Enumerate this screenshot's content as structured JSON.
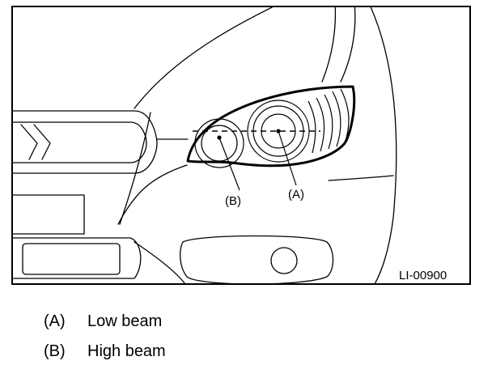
{
  "figure": {
    "code": "LI-00900",
    "callouts": [
      {
        "id": "low-beam",
        "letter": "(A)"
      },
      {
        "id": "high-beam",
        "letter": "(B)"
      }
    ]
  },
  "legend": [
    {
      "key": "(A)",
      "label": "Low beam"
    },
    {
      "key": "(B)",
      "label": "High beam"
    }
  ]
}
